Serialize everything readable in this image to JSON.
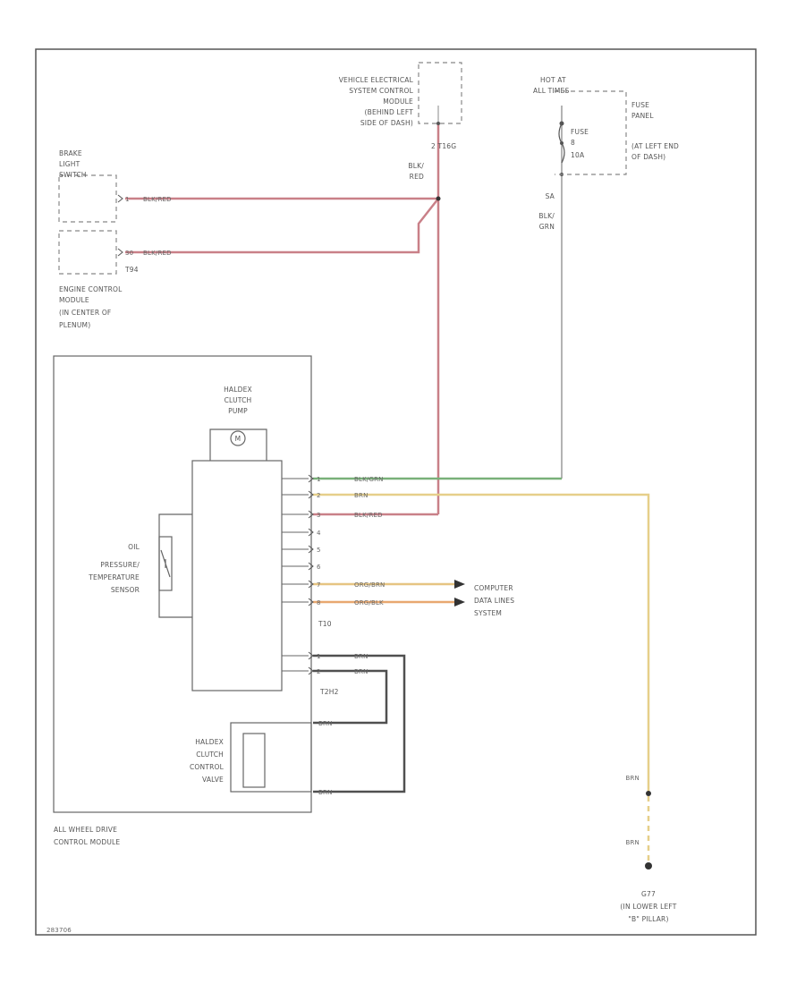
{
  "labels": {
    "vecm": [
      "VEHICLE ELECTRICAL",
      "SYSTEM CONTROL",
      "MODULE",
      "(BEHIND LEFT",
      "SIDE OF DASH)"
    ],
    "vecm_pin": "2 T16G",
    "vecm_wire": [
      "BLK/",
      "RED"
    ],
    "hot": [
      "HOT AT",
      "ALL TIMES"
    ],
    "fuse": [
      "FUSE",
      "8",
      "10A"
    ],
    "fuse_panel": [
      "FUSE",
      "PANEL",
      "(AT LEFT END",
      "OF DASH)"
    ],
    "fuse_wire": [
      "SA",
      "BLK/",
      "GRN"
    ],
    "brake": [
      "BRAKE",
      "LIGHT",
      "SWITCH"
    ],
    "brake_pin": "1",
    "brake_wire": "BLK/RED",
    "ecm_pin": "30",
    "ecm_wire": "BLK/RED",
    "ecm_conn": "T94",
    "ecm": [
      "ENGINE CONTROL",
      "MODULE",
      "(IN CENTER OF",
      "PLENUM)"
    ],
    "pump": [
      "HALDEX",
      "CLUTCH",
      "PUMP"
    ],
    "motor": "M",
    "sensor": [
      "OIL",
      "PRESSURE/",
      "TEMPERATURE",
      "SENSOR"
    ],
    "pins": [
      "1",
      "2",
      "3",
      "4",
      "5",
      "6",
      "7",
      "8",
      "1",
      "2"
    ],
    "wire_labels": [
      "BLK/GRN",
      "BRN",
      "BLK/RED",
      "ORG/BRN",
      "ORG/BLK",
      "BRN",
      "BRN",
      "BRN",
      "BRN"
    ],
    "computer": [
      "COMPUTER",
      "DATA LINES",
      "SYSTEM"
    ],
    "t10": "T10",
    "t2h": "T2H2",
    "valve": [
      "HALDEX",
      "CLUTCH",
      "CONTROL",
      "VALVE"
    ],
    "awd": [
      "ALL WHEEL DRIVE",
      "CONTROL MODULE"
    ],
    "ground_wire_1": "BRN",
    "ground_wire_2": "BRN",
    "ground": [
      "G77",
      "(IN LOWER LEFT",
      "\"B\" PILLAR)"
    ],
    "footer": "283706"
  },
  "colors": {
    "blk_red": "#c98088",
    "blk_grn": "#79b079",
    "brn": "#e6cf8a",
    "org_brn": "#e6c482",
    "org_blk": "#e8a870",
    "blk": "#505050",
    "gray": "#8a8a8a"
  }
}
